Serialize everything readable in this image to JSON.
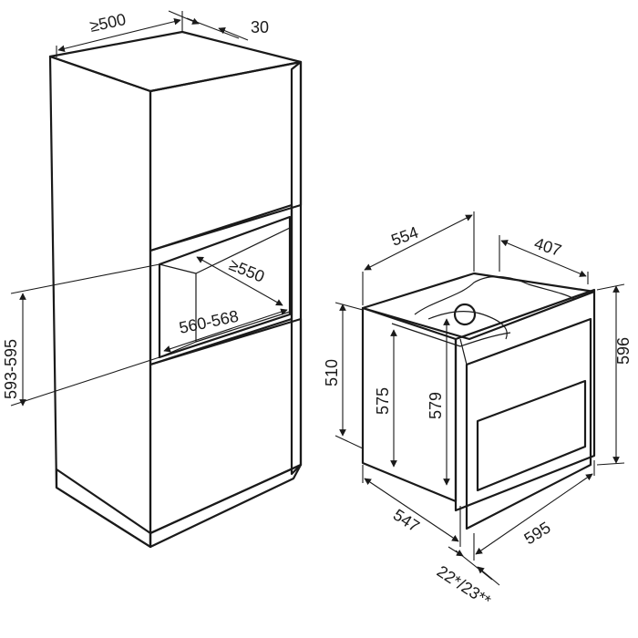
{
  "cabinet": {
    "width_min": "≥500",
    "back_gap": "30",
    "depth_min": "≥550",
    "niche_width": "560-568",
    "niche_height": "593-595"
  },
  "oven": {
    "top_depth": "554",
    "cavity_width": "407",
    "front_height_1": "510",
    "front_height_2": "575",
    "front_height_3": "579",
    "total_height": "596",
    "depth_base": "547",
    "front_width": "595",
    "panel_thickness": "22*/23**"
  },
  "colors": {
    "cabinet_fill": "#b4b4b4",
    "oven_front": "#bdbdbd",
    "stroke": "#1a1a1a"
  }
}
